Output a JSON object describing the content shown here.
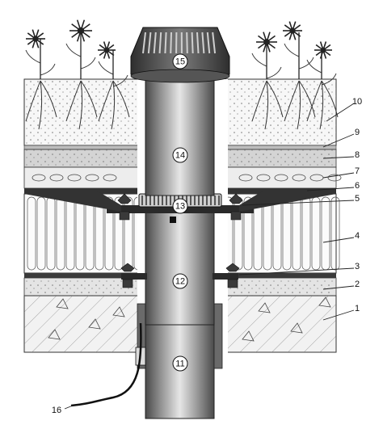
{
  "figure": {
    "side_labels": [
      {
        "id": "1",
        "text": "1"
      },
      {
        "id": "2",
        "text": "2"
      },
      {
        "id": "3",
        "text": "3"
      },
      {
        "id": "4",
        "text": "4"
      },
      {
        "id": "5",
        "text": "5"
      },
      {
        "id": "6",
        "text": "6"
      },
      {
        "id": "7",
        "text": "7"
      },
      {
        "id": "8",
        "text": "8"
      },
      {
        "id": "9",
        "text": "9"
      },
      {
        "id": "10",
        "text": "10"
      },
      {
        "id": "16",
        "text": "16"
      }
    ],
    "pipe_labels": [
      {
        "id": "11",
        "text": "11"
      },
      {
        "id": "12",
        "text": "12"
      },
      {
        "id": "13",
        "text": "13"
      },
      {
        "id": "14",
        "text": "14"
      },
      {
        "id": "15",
        "text": "15"
      }
    ],
    "colors": {
      "ink": "#222222",
      "pipe_dark": "#5a5a5a",
      "pipe_mid": "#9a9a9a",
      "pipe_light": "#e2e2e2",
      "soil": "#f2f2f2",
      "gravel": "#d9d9d9"
    }
  }
}
